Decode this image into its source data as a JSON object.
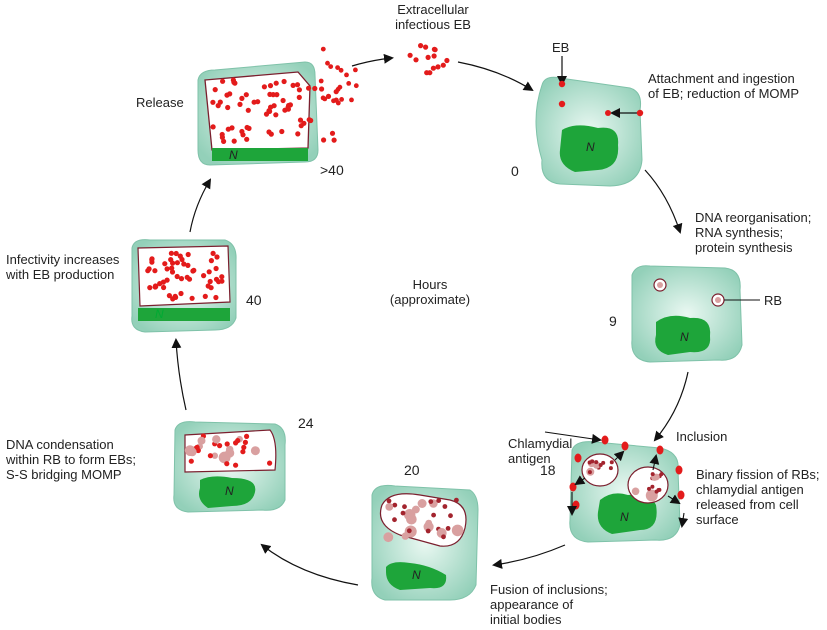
{
  "labels": {
    "extracellular": "Extracellular\ninfectious EB",
    "eb": "EB",
    "attachment": "Attachment and ingestion\nof EB; reduction of MOMP",
    "dna_reorg": "DNA reorganisation;\nRNA synthesis;\nprotein synthesis",
    "rb": "RB",
    "chlamydial_antigen": "Chlamydial\nantigen",
    "inclusion": "Inclusion",
    "binary_fission": "Binary fission of RBs;\nchlamydial antigen\nreleased from cell\nsurface",
    "fusion": "Fusion of inclusions;\nappearance of\ninitial bodies",
    "dna_condensation": "DNA condensation\nwithin RB to form EBs;\nS-S bridging MOMP",
    "infectivity": "Infectivity increases\nwith EB production",
    "release": "Release",
    "hours": "Hours\n(approximate)",
    "nucleus": "N"
  },
  "stages": {
    "t0": "0",
    "t9": "9",
    "t18": "18",
    "t20": "20",
    "t24": "24",
    "t40": "40",
    "t_gt40": ">40"
  },
  "colors": {
    "cytoplasm": "#a8dcc8",
    "cytoplasm_light": "#e4f5ee",
    "nucleus": "#1ea53a",
    "eb_red": "#e31b1b",
    "inclusion_outline": "#7b1f2e",
    "rb_pink": "#d9a0a0"
  }
}
